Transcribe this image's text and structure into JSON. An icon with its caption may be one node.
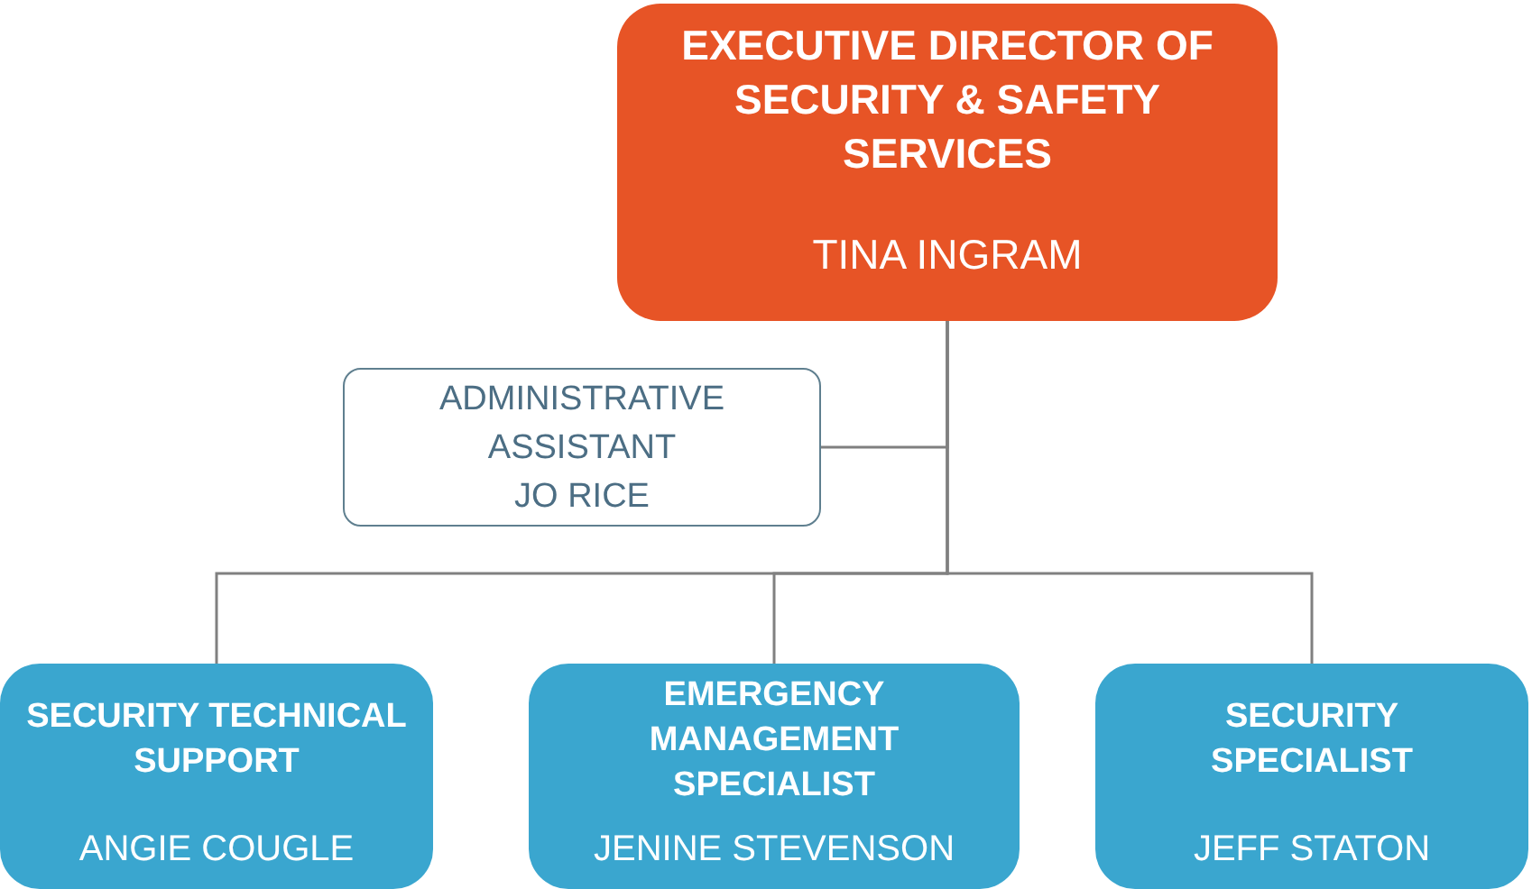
{
  "diagram": {
    "nodes": [
      {
        "text": [
          "EXECUTIVE DIRECTOR OF SECURITY & SAFETY SERVICES",
          "TINA INGRAM"
        ]
      },
      {
        "text": [
          "ADMINISTRATIVE ASSISTANT",
          "JO RICE"
        ]
      },
      {
        "text": [
          "SECURITY TECHNICAL SUPPORT",
          "ANGIE COUGLE"
        ]
      },
      {
        "text": [
          "EMERGENCY MANAGEMENT SPECIALIST",
          "JENINE STEVENSON"
        ]
      },
      {
        "text": [
          "SECURITY SPECIALIST",
          "JEFF STATON"
        ]
      }
    ],
    "edges": [
      {
        "from": 0,
        "to": 1,
        "arrow": "none"
      },
      {
        "from": 0,
        "to": 2,
        "arrow": "none"
      },
      {
        "from": 0,
        "to": 3,
        "arrow": "none"
      },
      {
        "from": 0,
        "to": 4,
        "arrow": "none"
      }
    ]
  }
}
